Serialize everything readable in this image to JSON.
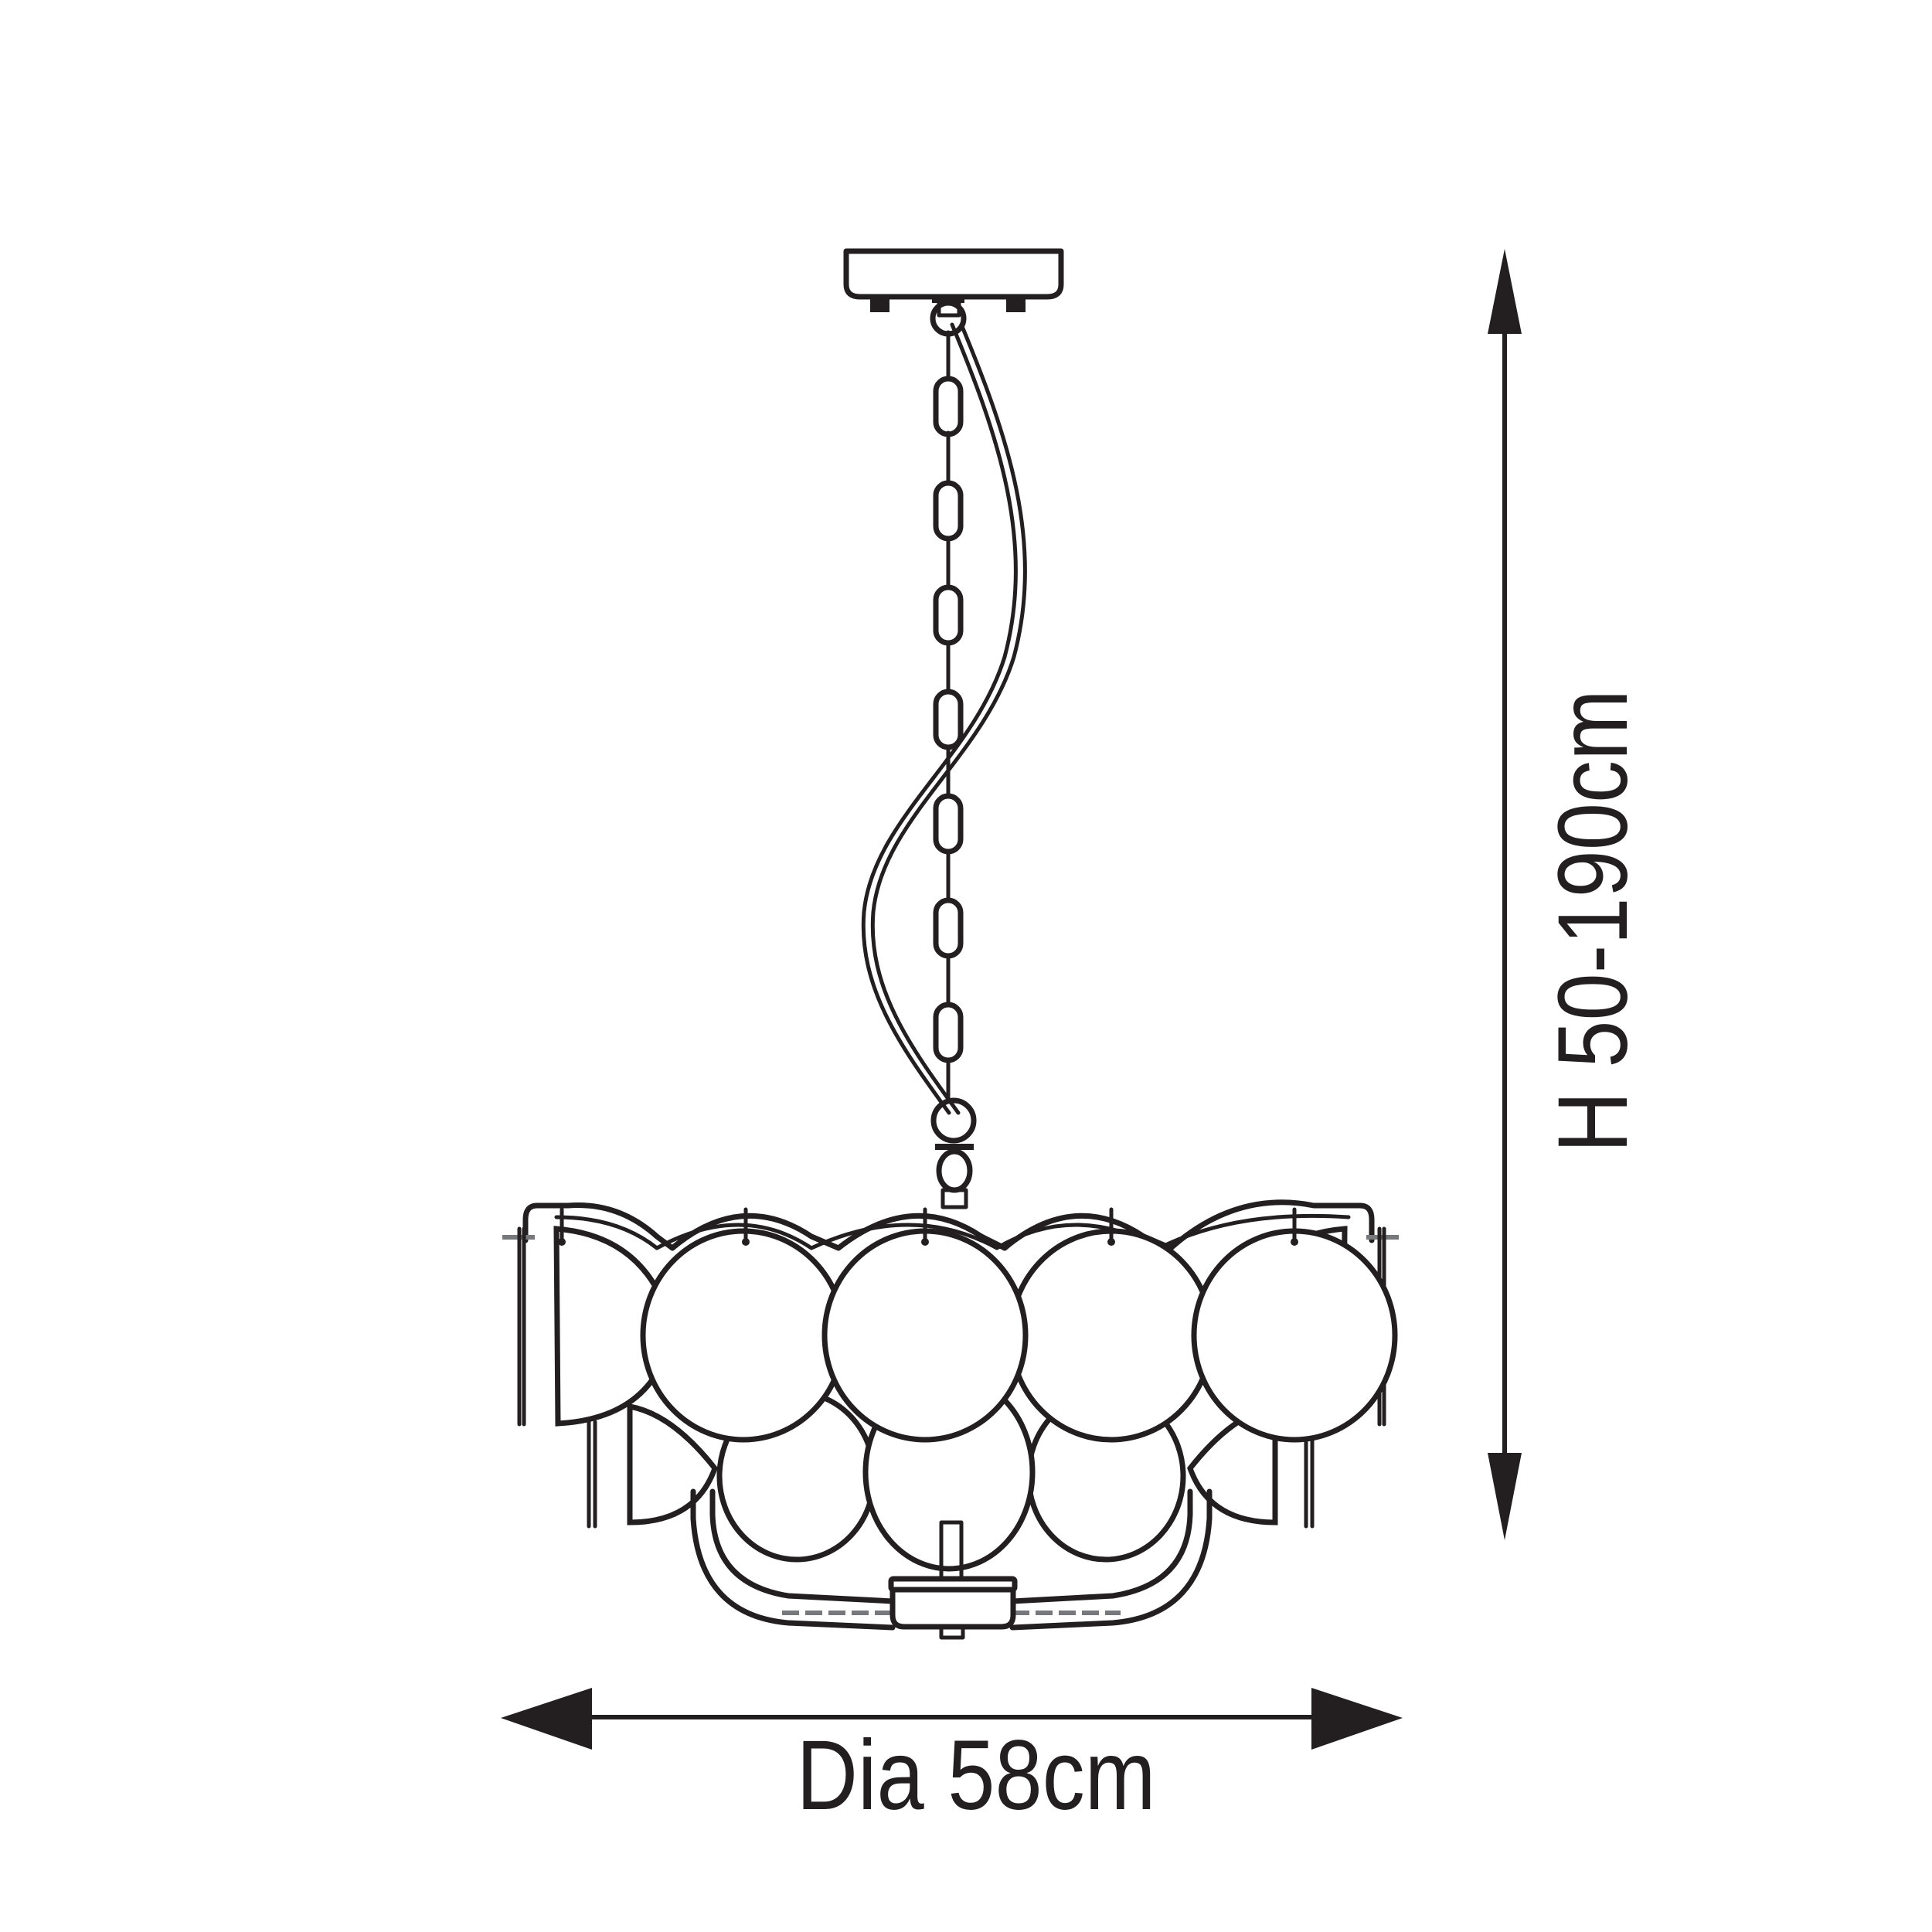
{
  "diagram": {
    "subject": "pendant-light-dimension-drawing",
    "line_color": "#231f20",
    "accent_dash_color": "#77787b",
    "background": "#ffffff"
  },
  "dimensions": {
    "width": {
      "label": "Dia 58cm",
      "orientation": "horizontal"
    },
    "height": {
      "label": "H 50-190cm",
      "orientation": "vertical"
    }
  },
  "parts": {
    "ceiling_rose": "ceiling-rose",
    "chain": "suspension-chain",
    "cable": "power-cable",
    "upper_discs": 4,
    "lower_discs": 3,
    "bottom_cup": "bottom-finial-cup"
  }
}
